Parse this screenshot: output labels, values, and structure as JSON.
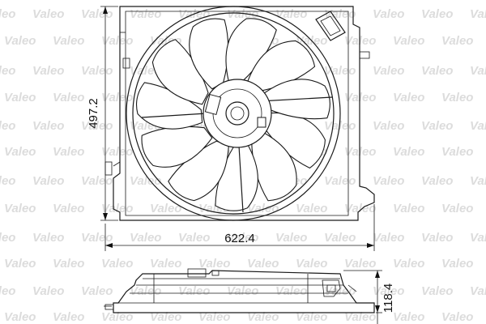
{
  "watermark": {
    "text": "Valeo"
  },
  "dimensions": {
    "height": "497.2",
    "width": "622.4",
    "depth": "118.4"
  },
  "fan": {
    "blade_count": 11
  }
}
